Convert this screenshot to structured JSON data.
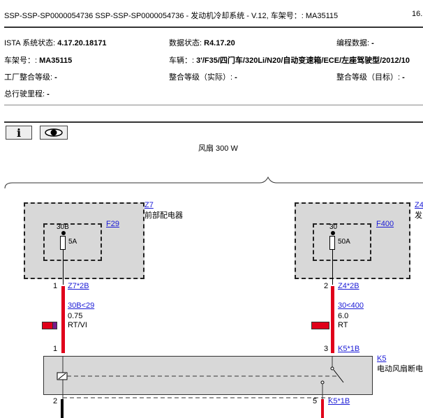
{
  "header": {
    "title": "SSP-SSP-SP0000054736 SSP-SSP-SP0000054736 - 发动机冷却系统 - V.12, 车架号：: MA35115",
    "page": "16."
  },
  "info": {
    "ista_label": "ISTA 系统状态: ",
    "ista_value": "4.17.20.18171",
    "data_label": "数据状态: ",
    "data_value": "R4.17.20",
    "prog_label": "编程数据: ",
    "prog_value": "-",
    "vin_label": "车架号：: ",
    "vin_value": "MA35115",
    "vehicle_label": "车辆：: ",
    "vehicle_value": "3'/F35/四门车/320Li/N20/自动变速箱/ECE/左座驾驶型/2012/10",
    "factory_label": "工厂整合等级: ",
    "factory_value": "-",
    "actual_label": "整合等级（实际）: ",
    "actual_value": "-",
    "target_label": "整合等级（目标）: ",
    "target_value": "-",
    "mileage_label": "总行驶里程: ",
    "mileage_value": "-"
  },
  "toolbar": {
    "info_icon": "info-icon",
    "view_icon": "eye-icon"
  },
  "diagram": {
    "caption": "风扇 300 W",
    "z7": {
      "id": "Z7",
      "name": "前部配电器",
      "fuse": "F29",
      "terminal": "30B",
      "rating": "5A",
      "pin": "1",
      "connector": "Z7*2B"
    },
    "z4": {
      "id": "Z4",
      "name": "发",
      "fuse": "F400",
      "terminal": "30",
      "rating": "50A",
      "pin": "2",
      "connector": "Z4*2B"
    },
    "wire1": {
      "signal": "30B<29",
      "size": "0.75",
      "color": "RT/VI",
      "swatch1": "#e0001a",
      "swatch2": "#7a1a8c"
    },
    "wire2": {
      "signal": "30<400",
      "size": "6.0",
      "color": "RT",
      "swatch1": "#e0001a"
    },
    "k5": {
      "id": "K5",
      "name": "电动风扇断电",
      "pin_left_top": "1",
      "pin_right_top": "3",
      "connector_top": "K5*1B",
      "pin_left_bottom": "2",
      "pin_right_bottom": "5",
      "connector_bottom": "K5*1B"
    }
  }
}
